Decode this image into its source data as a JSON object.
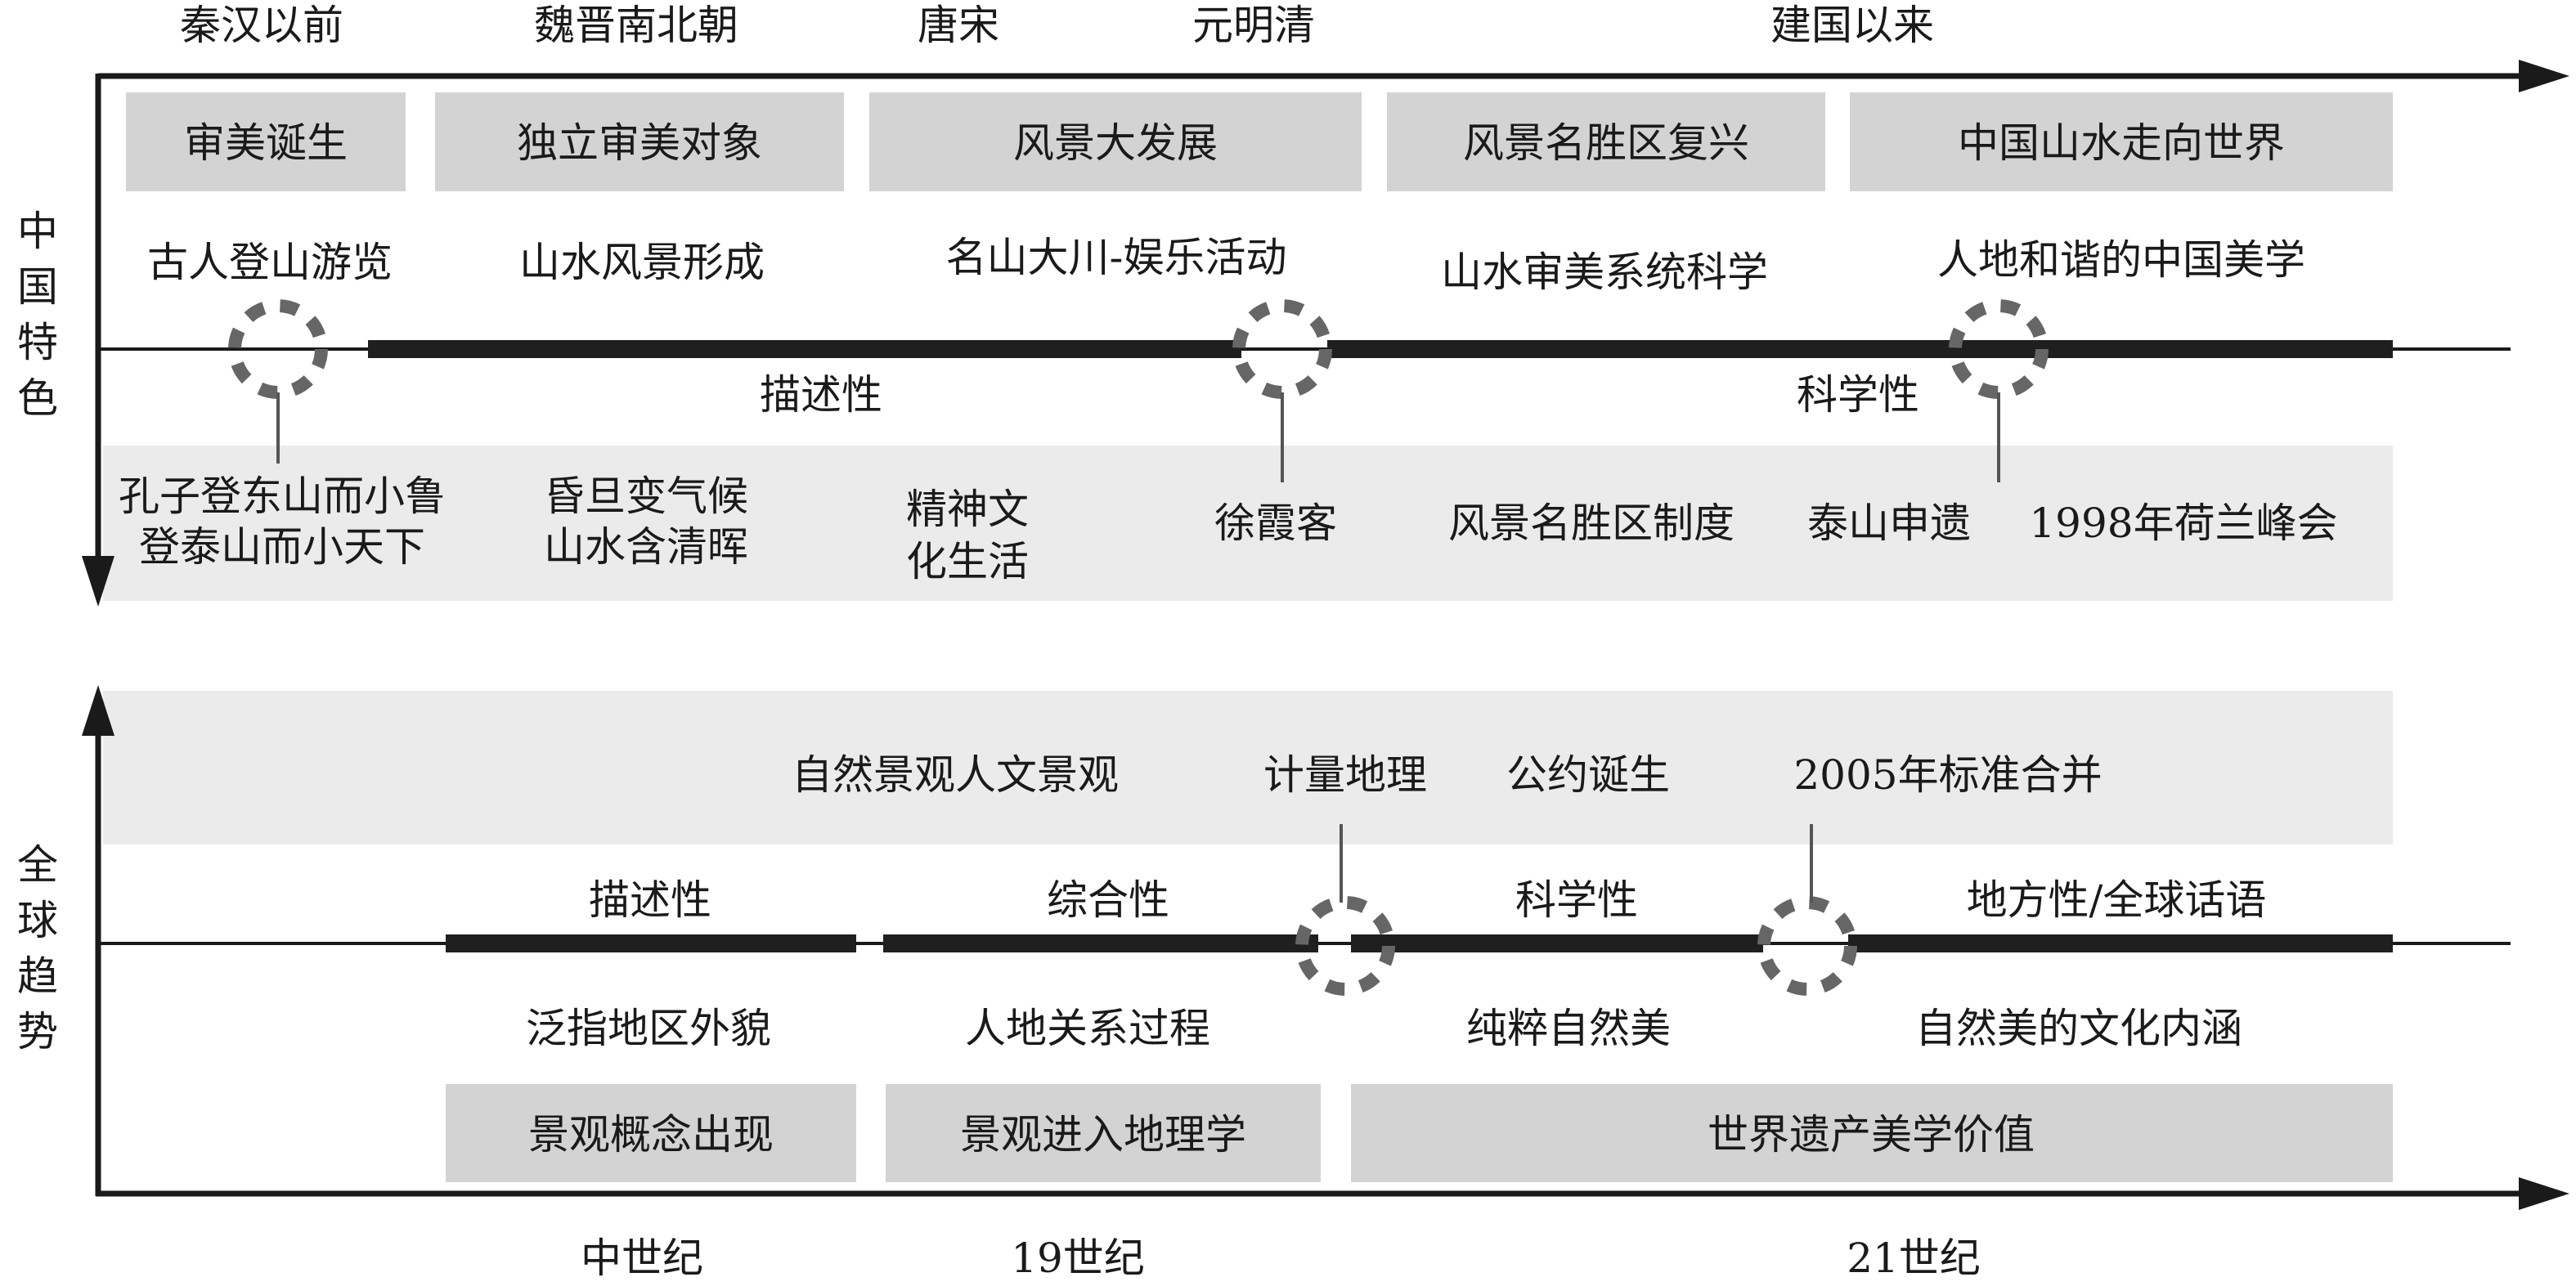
{
  "top_panel": {
    "era_labels": [
      "秦汉以前",
      "魏晋南北朝",
      "唐宋",
      "元明清",
      "建国以来"
    ],
    "stage_boxes": [
      "审美诞生",
      "独立审美对象",
      "风景大发展",
      "风景名胜区复兴",
      "中国山水走向世界"
    ],
    "upper_labels": [
      "古人登山游览",
      "山水风景形成",
      "名山大川-娱乐活动",
      "山水审美系统科学",
      "人地和谐的中国美学"
    ],
    "axis_title_chars": [
      "中",
      "国",
      "特",
      "色"
    ],
    "phase_labels": [
      "描述性",
      "科学性"
    ],
    "events": {
      "confucius_line1": "孔子登东山而小鲁",
      "confucius_line2": "登泰山而小天下",
      "poem_line1": "昏旦变气候",
      "poem_line2": "山水含清晖",
      "spirit_line1": "精神文",
      "spirit_line2": "化生活",
      "xu_xiake": "徐霞客",
      "scenic_system": "风景名胜区制度",
      "taishan": "泰山申遗",
      "netherlands_1998": "1998年荷兰峰会"
    }
  },
  "bottom_panel": {
    "axis_title_chars": [
      "全",
      "球",
      "趋",
      "势"
    ],
    "upper_labels": [
      "自然景观人文景观",
      "计量地理",
      "公约诞生",
      "2005年标准合并"
    ],
    "phase_labels": [
      "描述性",
      "综合性",
      "科学性",
      "地方性/全球话语"
    ],
    "lower_labels": [
      "泛指地区外貌",
      "人地关系过程",
      "纯粹自然美",
      "自然美的文化内涵"
    ],
    "stage_boxes": [
      "景观概念出现",
      "景观进入地理学",
      "世界遗产美学价值"
    ],
    "century_labels": [
      "中世纪",
      "19世纪",
      "21世纪"
    ]
  },
  "colors": {
    "stage_box": "#d3d3d3",
    "light_band": "#ebebeb",
    "thick_line": "#1f1f1f",
    "circle": "#666666"
  }
}
